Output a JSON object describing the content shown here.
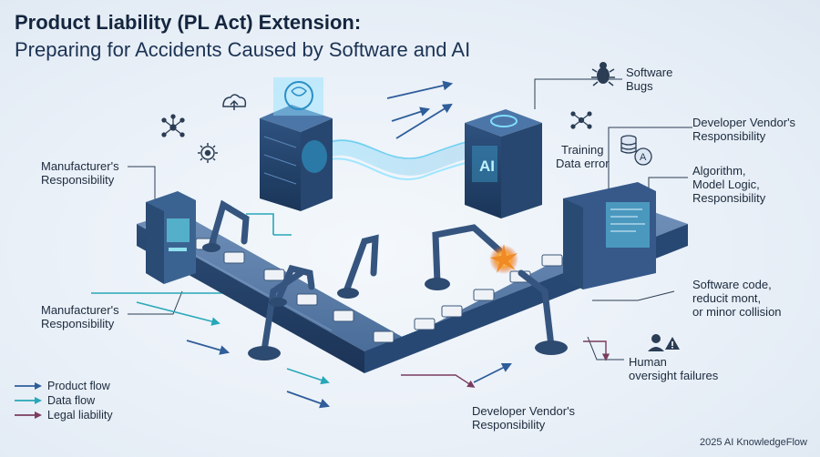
{
  "title": "Product Liability (PL Act) Extension:",
  "subtitle": "Preparing for Accidents Caused by Software and AI",
  "labels": {
    "software_bugs": "Software\nBugs",
    "developer_vendor_top": "Developer Vendor's\nResponsibility",
    "training_data_error": "Training\nData error",
    "algorithm_logic": "Algorithm,\nModel Logic,\nResponsibility",
    "manufacturer_top": "Manufacturer's\nResponsibility",
    "manufacturer_bottom": "Manufacturer's\nResponsibility",
    "software_code": "Software code,\nreducit mont,\nor minor collision",
    "human_oversight": "Human\noversight failures",
    "developer_vendor_bottom": "Developer Vendor's\nResponsibility",
    "ai_screen": "AI"
  },
  "legend": {
    "product_flow": "Product flow",
    "data_flow": "Data flow",
    "legal_liability": "Legal liability"
  },
  "credit": "2025 AI KnowledgeFlow",
  "colors": {
    "navy": "#1e3a5f",
    "steel": "#3d5f8a",
    "cyan": "#3fb8d6",
    "teal": "#2ba6a8",
    "product_arrow": "#2f5d9a",
    "data_arrow": "#27a7b8",
    "legal_arrow": "#7a3b5e",
    "spark": "#f08a24"
  },
  "icons": [
    "bug-icon",
    "network-icon",
    "gear-icon",
    "upload-icon",
    "brain-icon",
    "database-icon",
    "user-warning-icon",
    "warning-icon"
  ]
}
